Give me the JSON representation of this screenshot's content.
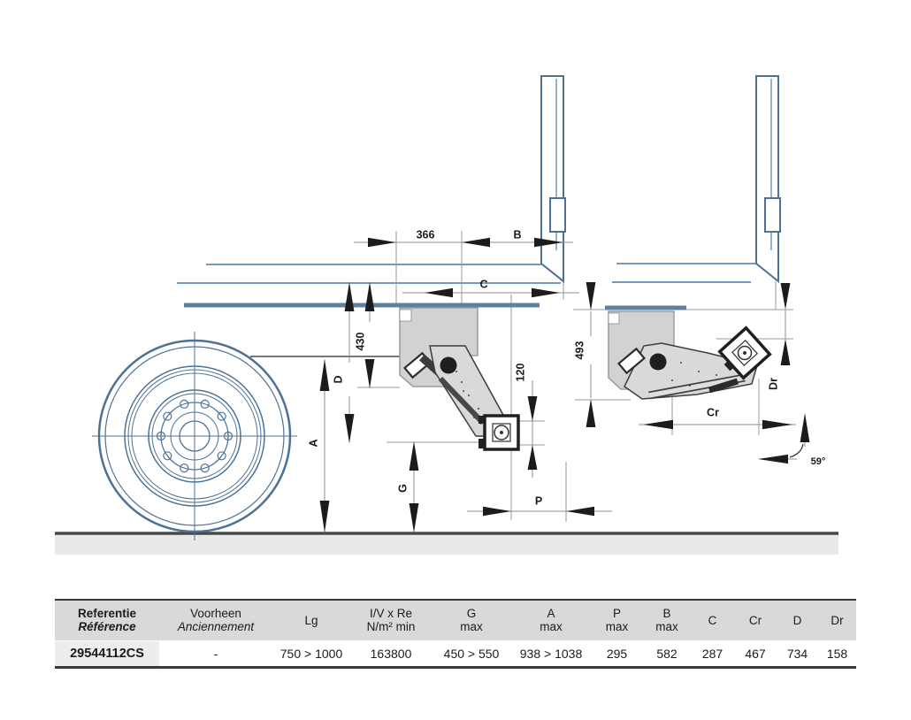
{
  "diagram": {
    "labels": {
      "dim_366": "366",
      "b": "B",
      "c": "C",
      "dim_430": "430",
      "d": "D",
      "a": "A",
      "g": "G",
      "dim_120": "120",
      "p": "P",
      "dim_493": "493",
      "dr": "Dr",
      "cr": "Cr",
      "angle_59": "59°"
    },
    "colors": {
      "structure_blue": "#4d7296",
      "light_blue": "#7499b9",
      "mechanism_gray": "#d2d2d2",
      "dimension_gray": "#8f8f8f",
      "ink": "#1c1c1c",
      "ground_band": "#e9e9e9"
    }
  },
  "table": {
    "headers": [
      {
        "line1": "Referentie",
        "line2": "Référence"
      },
      {
        "line1": "Voorheen",
        "line2": "Anciennement"
      },
      {
        "line1": "Lg",
        "line2": ""
      },
      {
        "line1": "I/V x Re",
        "line2": "N/m² min"
      },
      {
        "line1": "G",
        "line2": "max"
      },
      {
        "line1": "A",
        "line2": "max"
      },
      {
        "line1": "P",
        "line2": "max"
      },
      {
        "line1": "B",
        "line2": "max"
      },
      {
        "line1": "C",
        "line2": ""
      },
      {
        "line1": "Cr",
        "line2": ""
      },
      {
        "line1": "D",
        "line2": ""
      },
      {
        "line1": "Dr",
        "line2": ""
      }
    ],
    "row": [
      "29544112CS",
      "-",
      "750 > 1000",
      "163800",
      "450 > 550",
      "938 > 1038",
      "295",
      "582",
      "287",
      "467",
      "734",
      "158"
    ]
  }
}
